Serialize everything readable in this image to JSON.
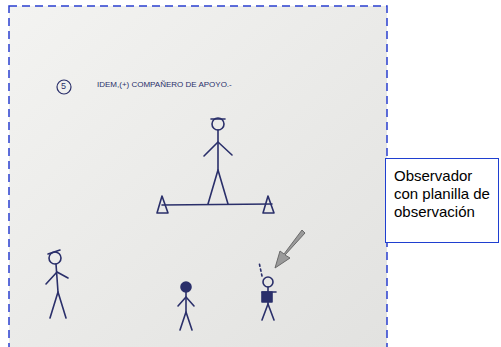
{
  "diagram": {
    "nodes": [
      {
        "text": [
          "Observador con planilla de observación"
        ]
      }
    ],
    "labels": [
      "5",
      "IDEM,(+) COMPAÑERO DE APOYO.-"
    ]
  }
}
